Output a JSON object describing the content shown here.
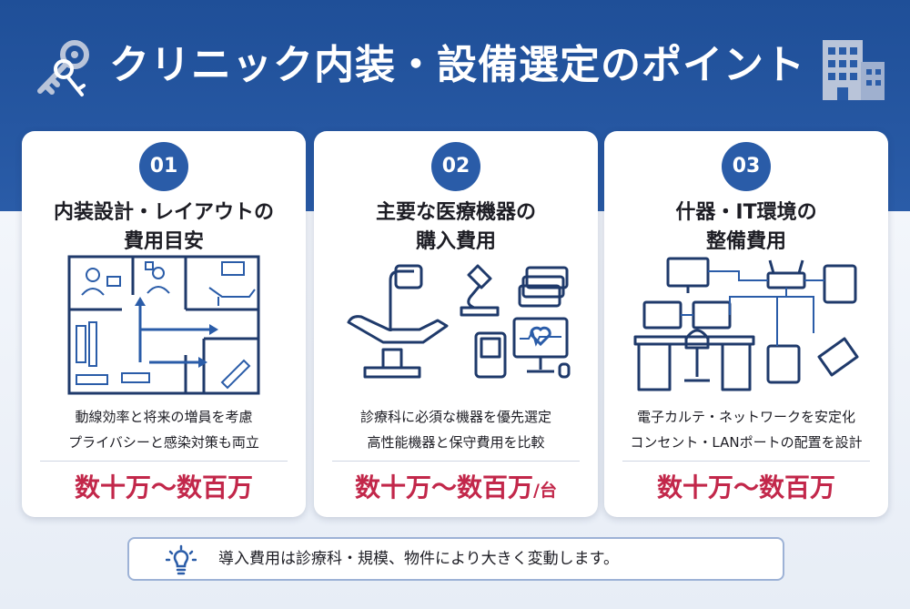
{
  "header": {
    "title": "クリニック内装・設備選定のポイント",
    "left_icon": "key-icon",
    "right_icon": "building-icon"
  },
  "colors": {
    "primary_blue": "#2a5ca8",
    "price_red": "#c2274a",
    "icon_gray": "#b9c4d9"
  },
  "cards": [
    {
      "number": "01",
      "title_line1": "内装設計・レイアウトの",
      "title_line2": "費用目安",
      "illustration": "floor-plan-illustration",
      "desc_line1": "動線効率と将来の増員を考慮",
      "desc_line2": "プライバシーと感染対策も両立",
      "price": "数十万〜数百万",
      "price_unit": ""
    },
    {
      "number": "02",
      "title_line1": "主要な医療機器の",
      "title_line2": "購入費用",
      "illustration": "medical-equipment-illustration",
      "desc_line1": "診療科に必須な機器を優先選定",
      "desc_line2": "高性能機器と保守費用を比較",
      "price": "数十万〜数百万",
      "price_unit": "/台"
    },
    {
      "number": "03",
      "title_line1": "什器・IT環境の",
      "title_line2": "整備費用",
      "illustration": "it-network-illustration",
      "desc_line1": "電子カルテ・ネットワークを安定化",
      "desc_line2": "コンセント・LANポートの配置を設計",
      "price": "数十万〜数百万",
      "price_unit": ""
    }
  ],
  "note": {
    "icon": "lightbulb-icon",
    "text": "導入費用は診療科・規模、物件により大きく変動します。"
  }
}
